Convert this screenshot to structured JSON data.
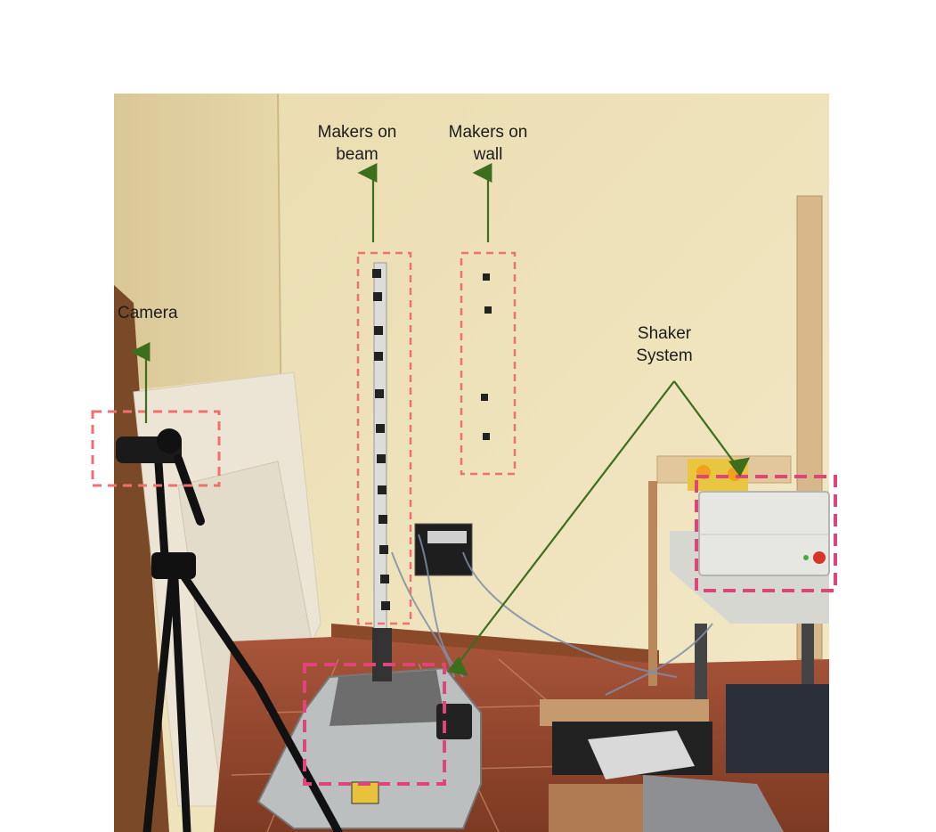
{
  "annotations": {
    "markers_beam": {
      "line1": "Makers on",
      "line2": "beam"
    },
    "markers_wall": {
      "line1": "Makers on",
      "line2": "wall"
    },
    "camera": {
      "text": "Camera"
    },
    "shaker": {
      "line1": "Shaker",
      "line2": "System"
    }
  },
  "colors": {
    "arrow": "#3c6e1e",
    "dashed_box_light": "#f07070",
    "dashed_box_strong": "#e0457a",
    "wall": "#efe3b8",
    "floor": "#9a4a2a"
  }
}
